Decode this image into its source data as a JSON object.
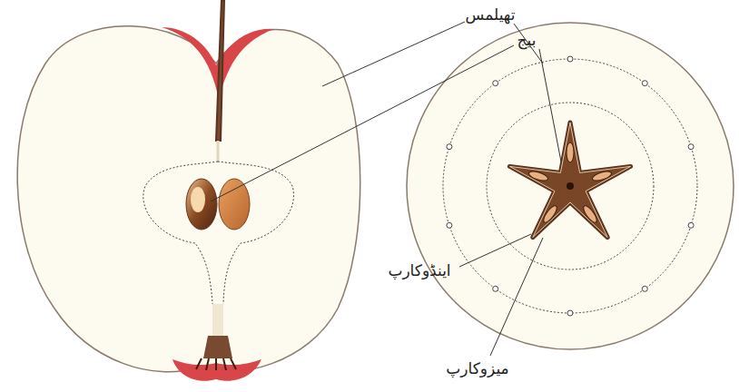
{
  "diagram": {
    "labels": [
      "تھیلمس",
      "بیج",
      "اینڈوکارپ",
      "میزوکارپ"
    ]
  }
}
